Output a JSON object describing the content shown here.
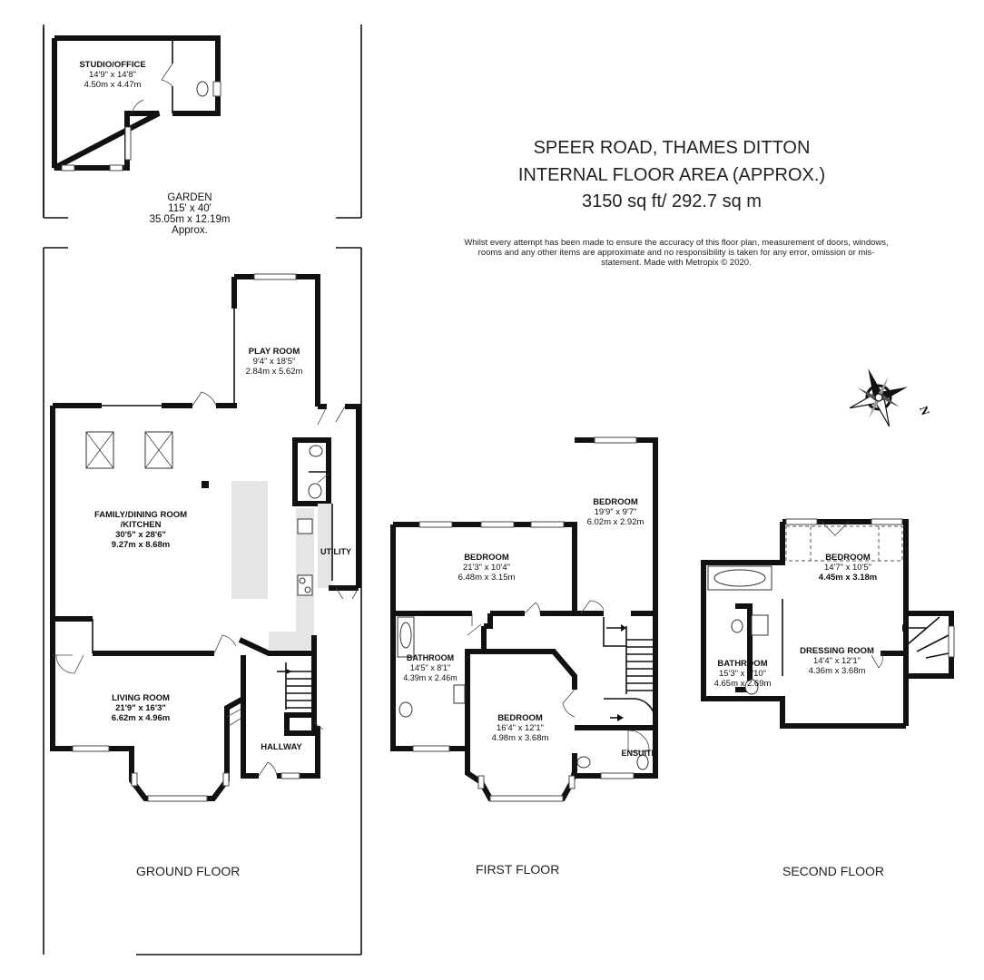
{
  "header": {
    "address": "SPEER ROAD, THAMES DITTON",
    "area_heading": "INTERNAL FLOOR AREA (APPROX.)",
    "area_value": "3150 sq ft/ 292.7 sq m",
    "disclaimer": "Whilst every attempt has been made to ensure the accuracy of this floor plan, measurement of doors, windows, rooms and any other items are approximate and no responsibility is taken for any error, omission or mis-statement. Made with Metropix © 2020."
  },
  "floors": {
    "ground": "GROUND FLOOR",
    "first": "FIRST FLOOR",
    "second": "SECOND FLOOR"
  },
  "garden": {
    "name": "GARDEN",
    "imperial": "115' x 40'",
    "metric": "35.05m x 12.19m",
    "note": "Approx."
  },
  "rooms": {
    "studio": {
      "name": "STUDIO/OFFICE",
      "imperial": "14'9\" x 14'8\"",
      "metric": "4.50m x 4.47m"
    },
    "playroom": {
      "name": "PLAY ROOM",
      "imperial": "9'4\" x 18'5\"",
      "metric": "2.84m x 5.62m"
    },
    "family": {
      "name": "FAMILY/DINING ROOM",
      "name2": "/KITCHEN",
      "imperial": "30'5\" x 28'6\"",
      "metric": "9.27m x 8.68m"
    },
    "utility": {
      "name": "UTILITY"
    },
    "living": {
      "name": "LIVING ROOM",
      "imperial": "21'9\" x 16'3\"",
      "metric": "6.62m x 4.96m"
    },
    "hallway": {
      "name": "HALLWAY"
    },
    "ff_bedroom1": {
      "name": "BEDROOM",
      "imperial": "21'3\" x 10'4\"",
      "metric": "6.48m x 3.15m"
    },
    "ff_bedroom2": {
      "name": "BEDROOM",
      "imperial": "19'9\" x 9'7\"",
      "metric": "6.02m x 2.92m"
    },
    "ff_bathroom": {
      "name": "BATHROOM",
      "imperial": "14'5\" x 8'1\"",
      "metric": "4.39m x 2.46m"
    },
    "ff_bedroom3": {
      "name": "BEDROOM",
      "imperial": "16'4\" x 12'1\"",
      "metric": "4.98m x 3.68m"
    },
    "ensuite": {
      "name": "ENSUITE"
    },
    "sf_bedroom": {
      "name": "BEDROOM",
      "imperial": "14'7\" x 10'5\"",
      "metric": "4.45m x 3.18m"
    },
    "sf_bathroom": {
      "name": "BATHROOM",
      "imperial": "15'3\" x 8'10\"",
      "metric": "4.65m x 2.69m"
    },
    "dressing": {
      "name": "DRESSING ROOM",
      "imperial": "14'4\" x 12'1\"",
      "metric": "4.36m x 3.68m"
    }
  },
  "compass": {
    "letter": "N"
  }
}
